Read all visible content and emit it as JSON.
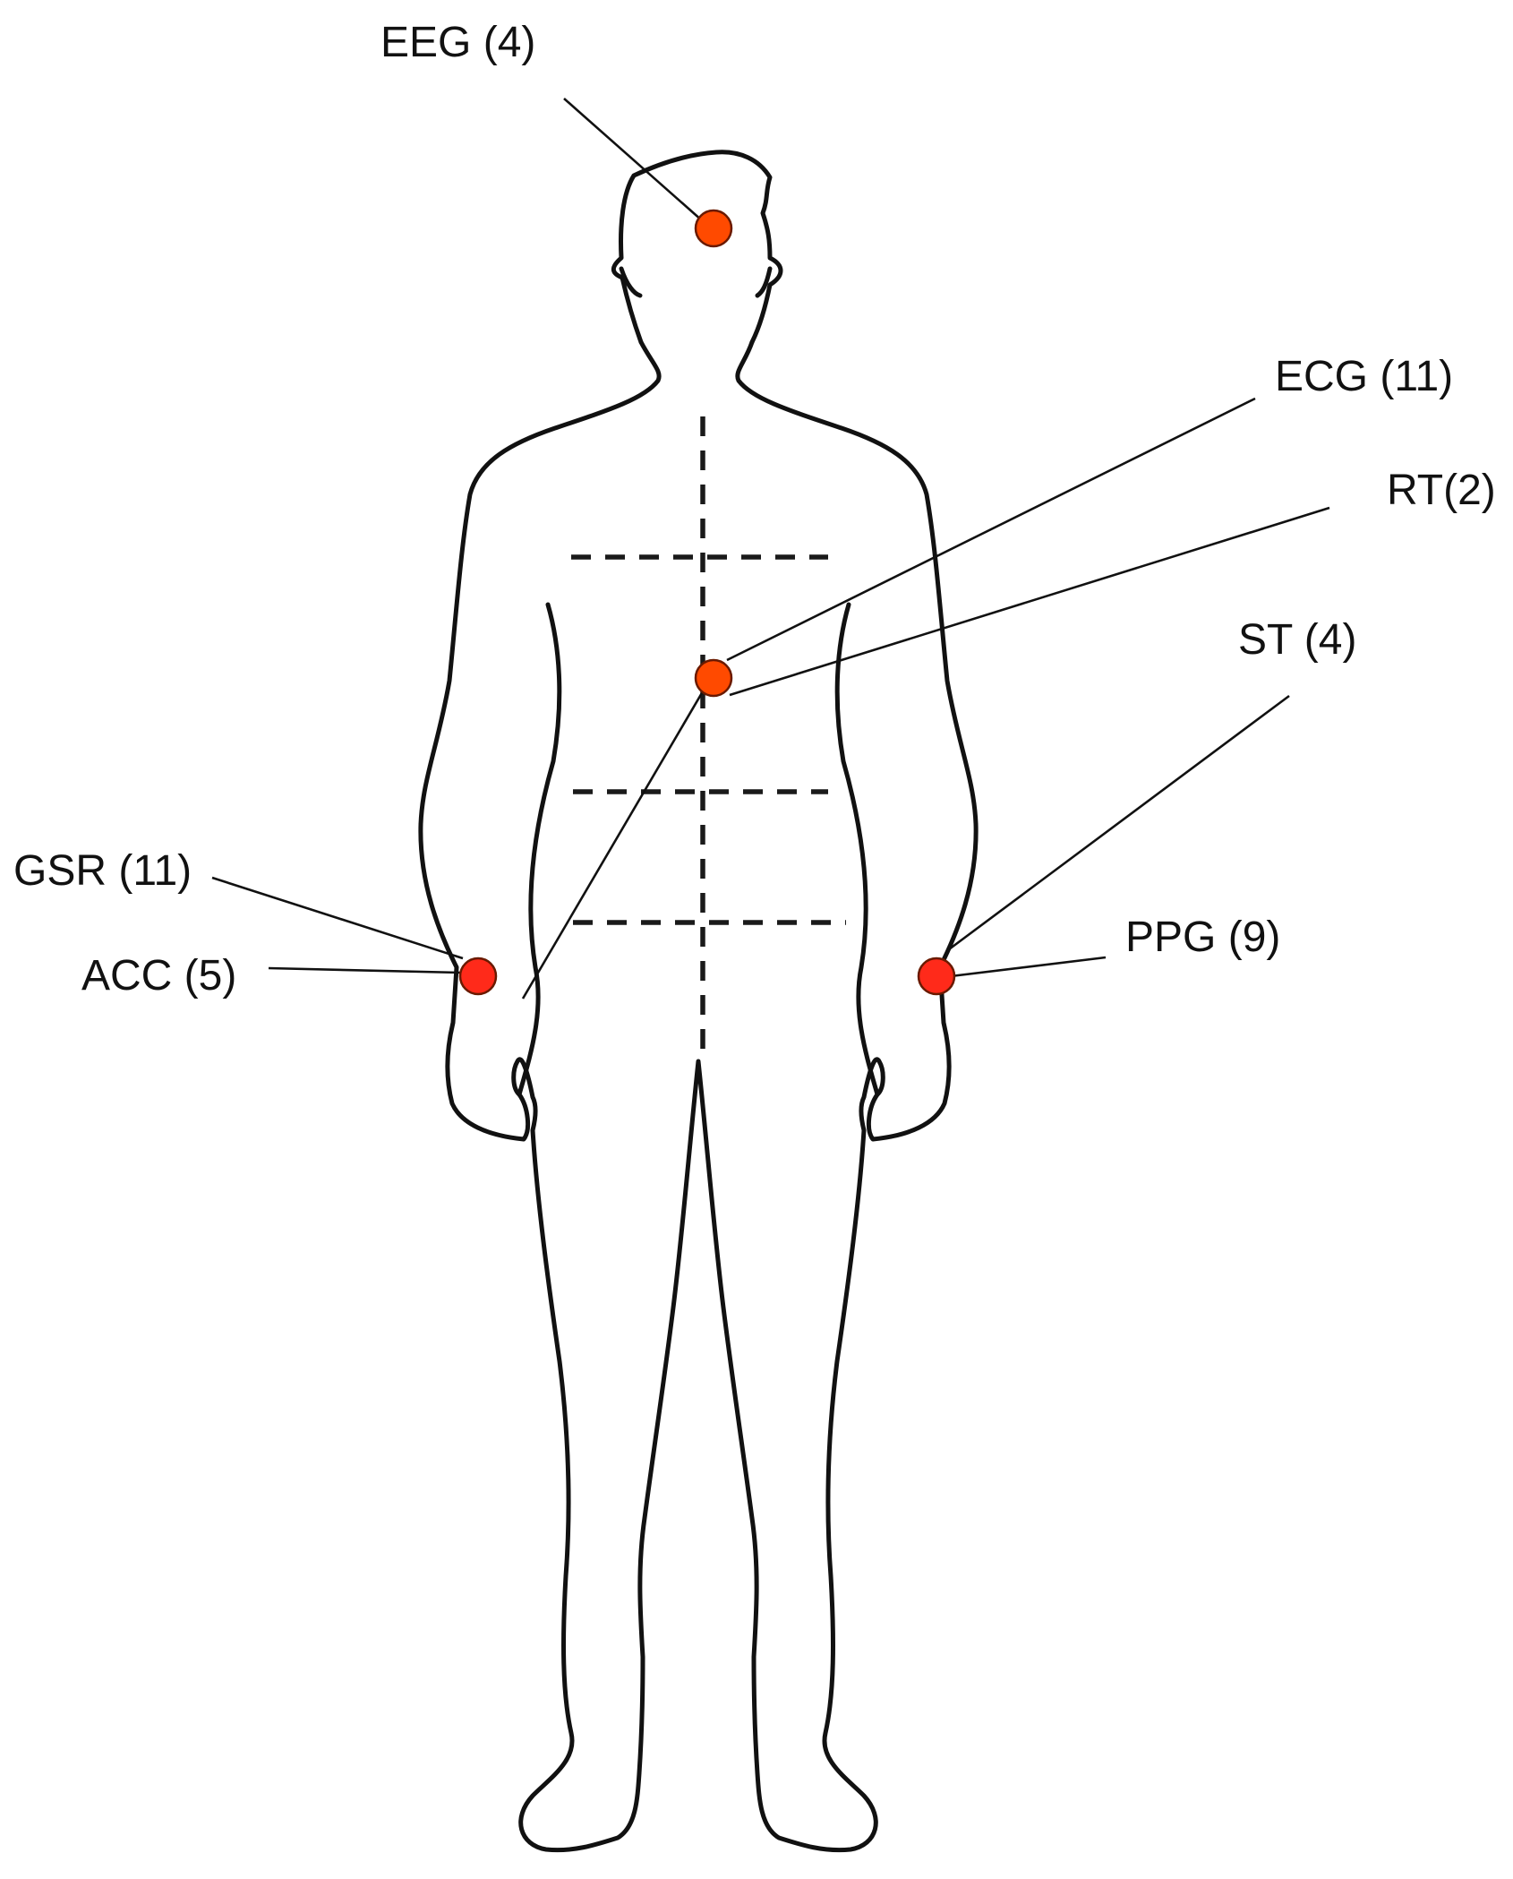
{
  "sensors": [
    {
      "id": "eeg",
      "label": "EEG (4)",
      "color": "#ff4a00"
    },
    {
      "id": "ecg",
      "label": "ECG (11)",
      "color": "#ff4a00"
    },
    {
      "id": "rt",
      "label": "RT(2)",
      "color": "#ff4a00"
    },
    {
      "id": "st",
      "label": "ST (4)",
      "color": "#ff4a00"
    },
    {
      "id": "gsr",
      "label": "GSR (11)",
      "color": "#ff2a1a"
    },
    {
      "id": "acc",
      "label": "ACC (5)",
      "color": "#ff2a1a"
    },
    {
      "id": "ppg",
      "label": "PPG (9)",
      "color": "#ff2a1a"
    }
  ],
  "colors": {
    "outline": "#111111",
    "background": "#ffffff"
  }
}
